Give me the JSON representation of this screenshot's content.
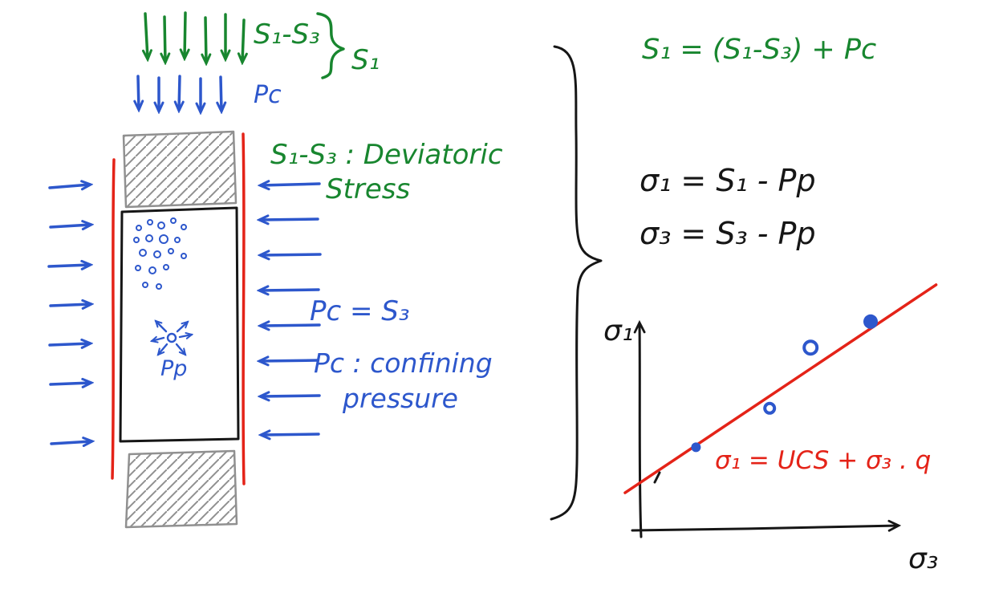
{
  "colors": {
    "green": "#18862f",
    "blue": "#2d57cc",
    "red": "#e42318",
    "ink": "#161616",
    "gray": "#909090"
  },
  "specimen": {
    "deviatoric_arrows_label": "S₁-S₃",
    "axial_total_label": "S₁",
    "confining_top_label": "Pc",
    "pore_pressure_label": "Pp"
  },
  "notes": {
    "deviatoric_line1": "S₁-S₃ : Deviatoric",
    "deviatoric_line2": "Stress",
    "pc_equals_s3": "Pc = S₃",
    "confining_line1": "Pc : confining",
    "confining_line2": "pressure"
  },
  "equations": {
    "total_stress": "S₁ = (S₁-S₃) + Pc",
    "effective_sigma1": "σ₁ = S₁ - Pp",
    "effective_sigma3": "σ₃ = S₃ - Pp"
  },
  "chart_data": {
    "type": "scatter",
    "xlabel": "σ₃",
    "ylabel": "σ₁",
    "xlim": [
      0,
      11
    ],
    "ylim": [
      0,
      11
    ],
    "grid": false,
    "axis_ticks": "none",
    "points": [
      {
        "x": 2.1,
        "y": 3.8,
        "r": 6,
        "filled": true
      },
      {
        "x": 4.8,
        "y": 5.6,
        "r": 6,
        "filled": false
      },
      {
        "x": 6.3,
        "y": 8.4,
        "r": 8,
        "filled": false
      },
      {
        "x": 8.5,
        "y": 9.6,
        "r": 9,
        "filled": true
      }
    ],
    "fit_line": {
      "x1": -0.5,
      "y1": 1.7,
      "x2": 10.9,
      "y2": 11.3
    },
    "fit_equation": "σ₁ = UCS + σ₃ . q"
  }
}
